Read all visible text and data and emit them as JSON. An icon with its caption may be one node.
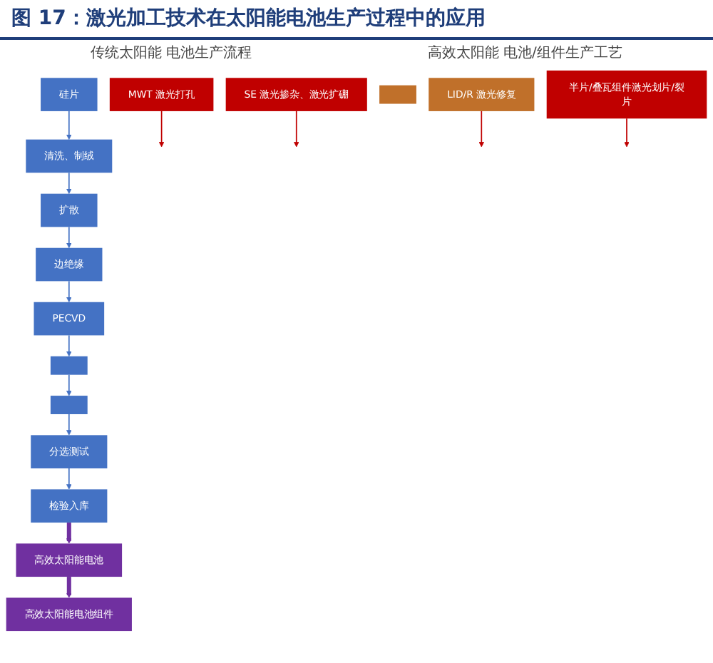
{
  "diagram": {
    "title": "图 17：激光加工技术在太阳能电池生产过程中的应用",
    "nodes": [
      {
        "text": [
          "硅片"
        ]
      },
      {
        "text": [
          "清洗、制绒"
        ]
      },
      {
        "text": [
          "扩散"
        ]
      },
      {
        "text": [
          "边绝缘"
        ]
      },
      {
        "text": [
          "PECVD"
        ]
      },
      {
        "text": [],
        "shape": "box"
      },
      {
        "text": [],
        "shape": "box"
      },
      {
        "text": [
          "分选测试"
        ]
      },
      {
        "text": [
          "检验入库"
        ]
      },
      {
        "text": [
          "高效太阳能电池"
        ]
      },
      {
        "text": [
          "高效太阳能电池组件"
        ]
      },
      {
        "text": [
          "MWT 激光打孔"
        ]
      },
      {
        "text": [
          "SE 激光掺杂、激光扩硼"
        ]
      },
      {
        "text": [],
        "shape": "box"
      },
      {
        "text": [
          "LID/R 激光修复"
        ]
      },
      {
        "text": [
          "半片/叠瓦组件激光划片/裂片"
        ]
      }
    ],
    "edges": [
      {
        "from": 0,
        "to": 1,
        "arrow": "to"
      },
      {
        "from": 1,
        "to": 2,
        "arrow": "to"
      },
      {
        "from": 2,
        "to": 3,
        "arrow": "to"
      },
      {
        "from": 3,
        "to": 4,
        "arrow": "to"
      },
      {
        "from": 4,
        "to": 5,
        "arrow": "to"
      },
      {
        "from": 5,
        "to": 6,
        "arrow": "to"
      },
      {
        "from": 6,
        "to": 7,
        "arrow": "to"
      },
      {
        "from": 7,
        "to": 8,
        "arrow": "to"
      },
      {
        "from": 8,
        "to": 9,
        "arrow": "to",
        "style": "thick",
        "color": "#7030a0"
      },
      {
        "from": 9,
        "to": 10,
        "arrow": "to",
        "style": "thick",
        "color": "#7030a0"
      },
      {
        "from": 11,
        "to": null,
        "arrow": "to",
        "color": "#c00000"
      },
      {
        "from": 12,
        "to": null,
        "arrow": "to",
        "color": "#c00000"
      },
      {
        "from": 14,
        "to": null,
        "arrow": "to",
        "color": "#c00000"
      },
      {
        "from": 15,
        "to": null,
        "arrow": "to",
        "color": "#c00000"
      }
    ],
    "labels": [
      "传统太阳能 电池生产流程",
      "高效太阳能 电池/组件生产工艺"
    ]
  }
}
